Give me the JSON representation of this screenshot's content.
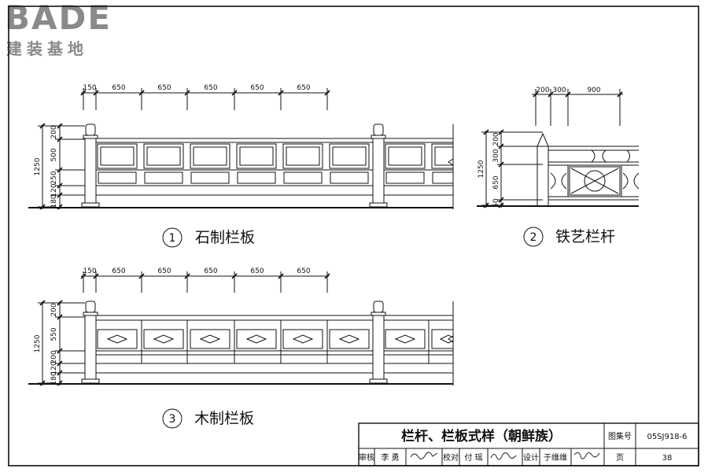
{
  "logo": {
    "main": "BADE",
    "sub": "建装基地"
  },
  "drawings": [
    {
      "number": "1",
      "caption": "石制栏板",
      "horizontal_dims": [
        "150",
        "650",
        "650",
        "650",
        "650",
        "650"
      ],
      "vertical_dims": {
        "total": "1250",
        "parts": [
          "200",
          "500",
          "250",
          "120",
          "180"
        ]
      }
    },
    {
      "number": "2",
      "caption": "铁艺栏杆",
      "horizontal_dims": [
        "200",
        "300",
        "900"
      ],
      "vertical_dims": {
        "total": "1250",
        "parts": [
          "200",
          "300",
          "650",
          "50"
        ]
      }
    },
    {
      "number": "3",
      "caption": "木制栏板",
      "horizontal_dims": [
        "150",
        "650",
        "650",
        "650",
        "650",
        "650"
      ],
      "vertical_dims": {
        "total": "1250",
        "parts": [
          "200",
          "550",
          "200",
          "120",
          "180"
        ]
      }
    }
  ],
  "title_block": {
    "title": "栏杆、栏板式样（朝鲜族）",
    "atlas_label": "图集号",
    "atlas_no": "05SJ918-6",
    "review_label": "审核",
    "reviewer": "李 勇",
    "check_label": "校对",
    "checker": "付 瑶",
    "design_label": "设计",
    "designer": "于维维",
    "page_label": "页",
    "page_no": "38"
  }
}
